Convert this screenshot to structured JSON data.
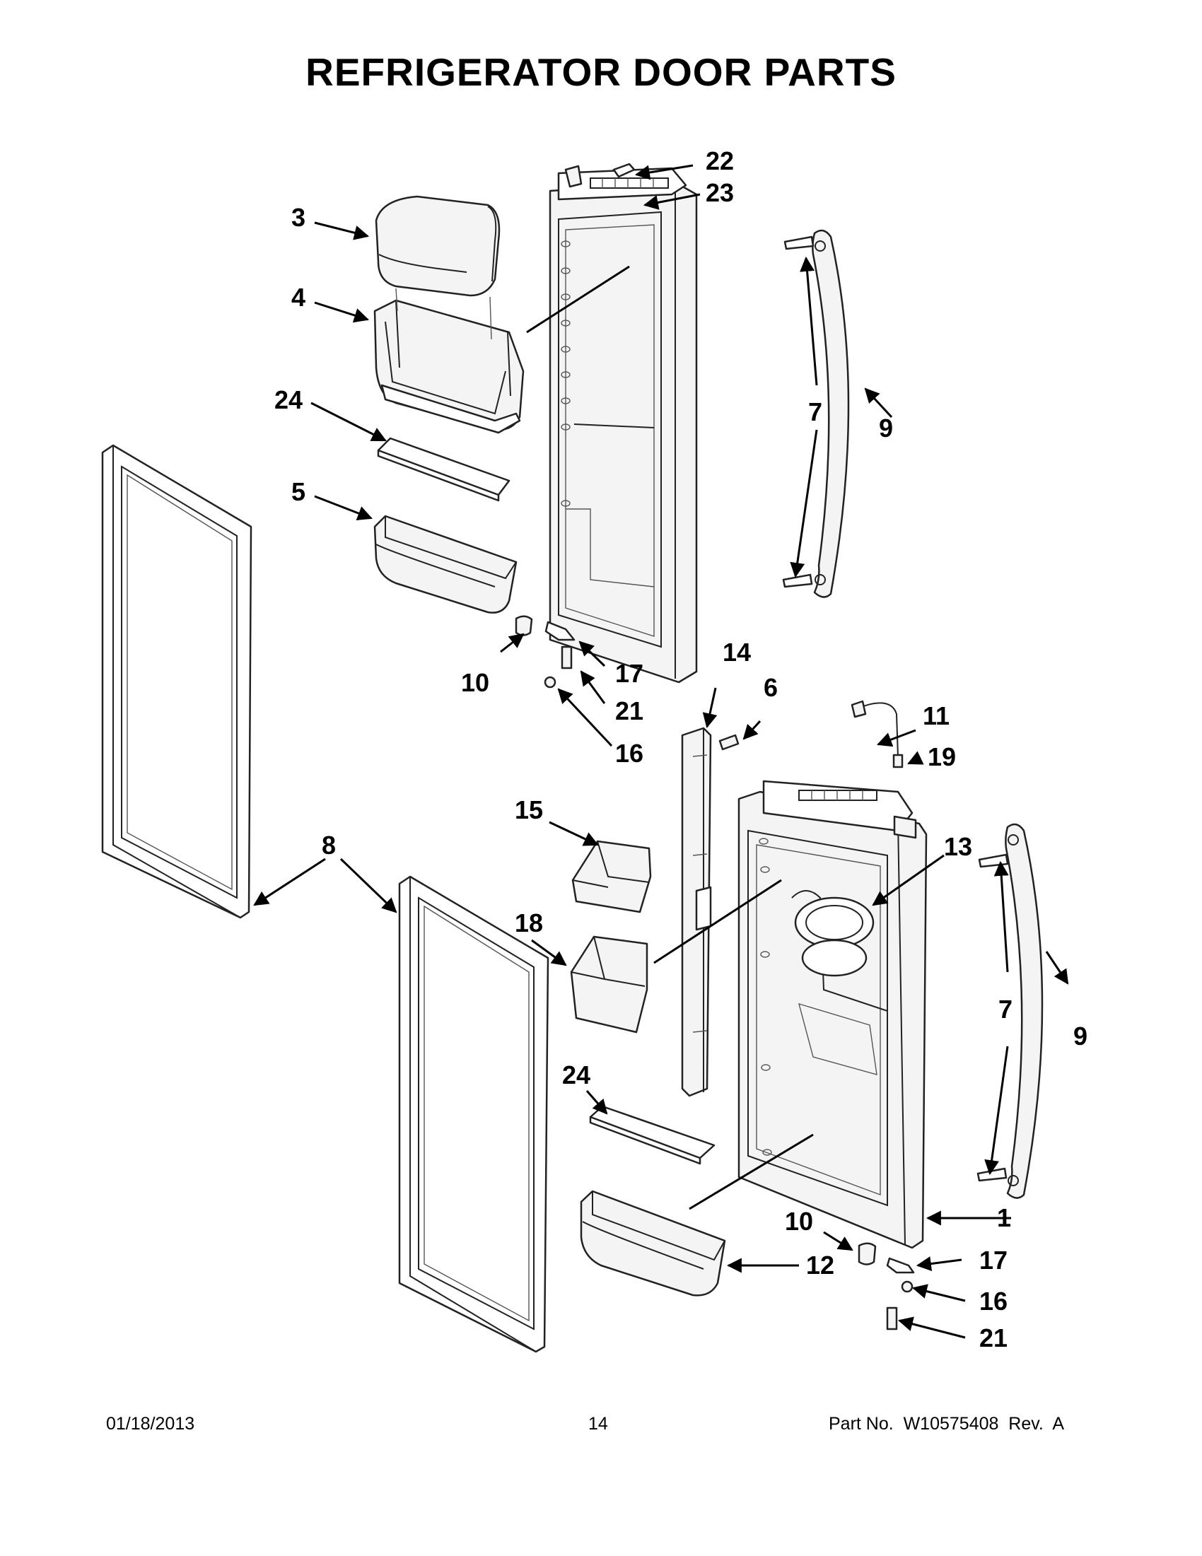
{
  "title": "REFRIGERATOR DOOR PARTS",
  "callouts": {
    "p1": "1",
    "p3": "3",
    "p4": "4",
    "p5": "5",
    "p6": "6",
    "p7a": "7",
    "p7b": "7",
    "p8": "8",
    "p9a": "9",
    "p9b": "9",
    "p10a": "10",
    "p10b": "10",
    "p11": "11",
    "p12": "12",
    "p13": "13",
    "p14": "14",
    "p15": "15",
    "p16a": "16",
    "p16b": "16",
    "p17a": "17",
    "p17b": "17",
    "p18": "18",
    "p19": "19",
    "p21a": "21",
    "p21b": "21",
    "p22": "22",
    "p23": "23",
    "p24a": "24",
    "p24b": "24"
  },
  "footer": {
    "date": "01/18/2013",
    "page": "14",
    "part_no": "Part No.  W10575408  Rev.  A"
  }
}
